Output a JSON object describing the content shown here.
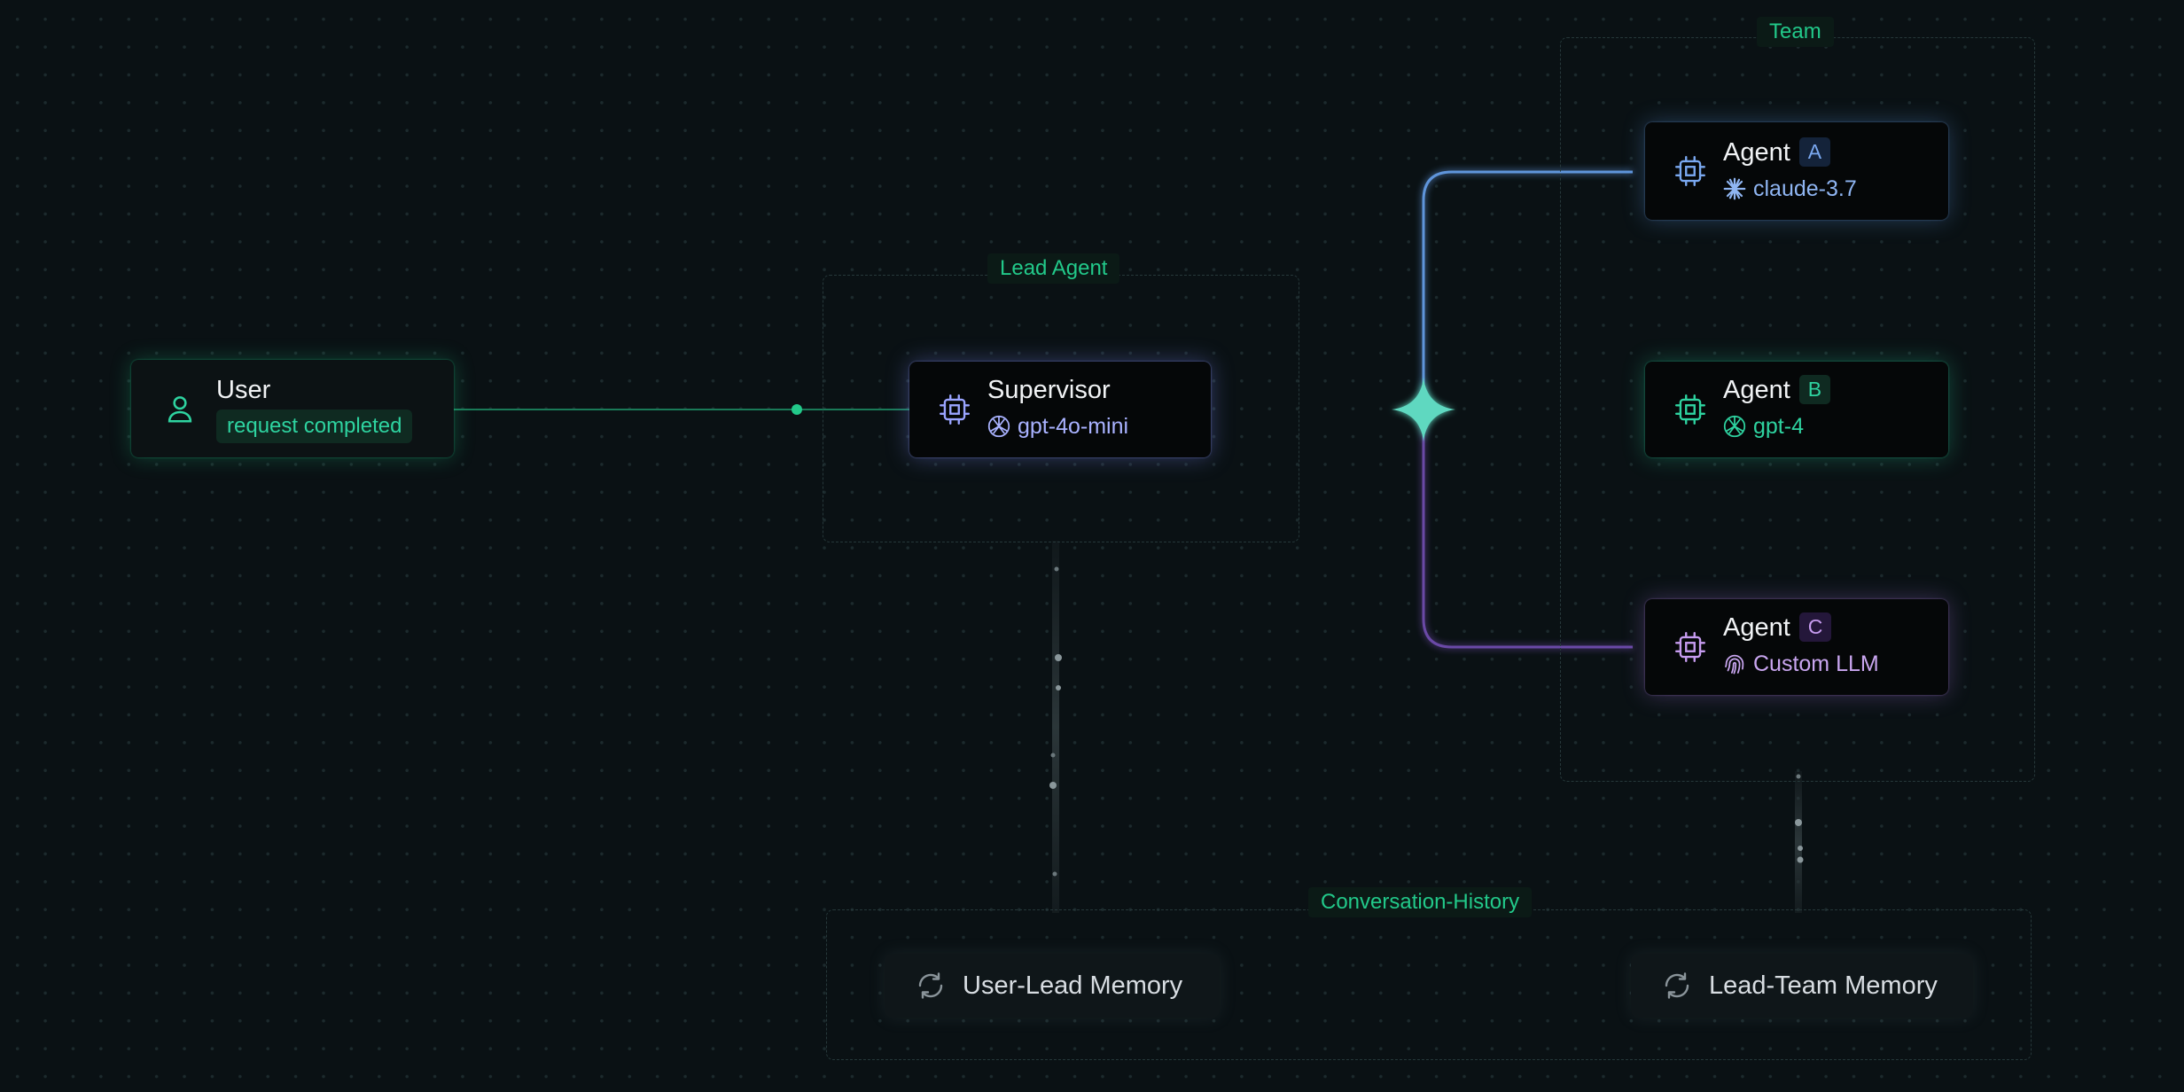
{
  "groups": {
    "lead_agent": "Lead Agent",
    "team": "Team",
    "history": "Conversation-History"
  },
  "user": {
    "title": "User",
    "status": "request completed"
  },
  "supervisor": {
    "title": "Supervisor",
    "model": "gpt-4o-mini"
  },
  "agents": [
    {
      "title": "Agent",
      "badge": "A",
      "model": "claude-3.7",
      "color": "#7aa8f0",
      "model_icon": "claude-sparkle-icon"
    },
    {
      "title": "Agent",
      "badge": "B",
      "model": "gpt-4",
      "color": "#2ed3a0",
      "model_icon": "openai-icon"
    },
    {
      "title": "Agent",
      "badge": "C",
      "model": "Custom LLM",
      "color": "#c79cf0",
      "model_icon": "fingerprint-icon"
    }
  ],
  "memory": {
    "user_lead": "User-Lead Memory",
    "lead_team": "Lead-Team Memory"
  },
  "colors": {
    "accent_green": "#22c98a",
    "supervisor_purple": "#9aa4ff",
    "agent_a_blue": "#7aa8f0",
    "agent_b_teal": "#2ed3a0",
    "agent_c_purple": "#c79cf0"
  }
}
